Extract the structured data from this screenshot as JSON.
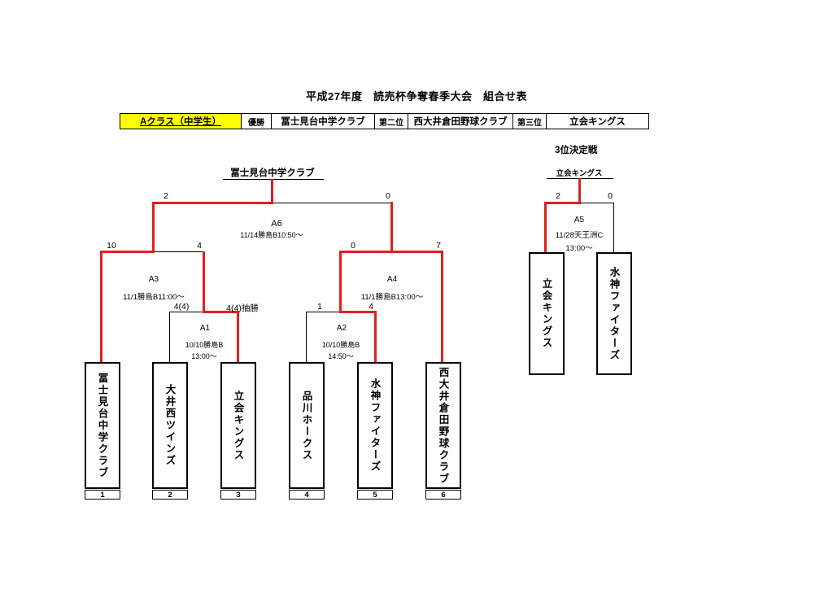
{
  "title": "平成27年度　読売杯争奪春季大会　組合せ表",
  "header": {
    "class_label": "Aクラス（中学生）",
    "winner_label": "優勝",
    "winner": "冨士見台中学クラブ",
    "second_label": "第二位",
    "second": "西大井倉田野球クラブ",
    "third_label": "第三位",
    "third": "立会キングス"
  },
  "third_place_title": "3位決定戦",
  "main_bracket": {
    "champion": "冨士見台中学クラブ",
    "final": {
      "id": "A6",
      "info": "11/14勝島B10:50～",
      "score_left": "2",
      "score_right": "0"
    },
    "semi_left": {
      "id": "A3",
      "info": "11/1勝島B11:00～",
      "score_left": "10",
      "score_right": "4"
    },
    "semi_right": {
      "id": "A4",
      "info": "11/1勝島B13:00～",
      "score_left": "0",
      "score_right": "7"
    },
    "qf_left": {
      "id": "A1",
      "date": "10/10勝島B",
      "time": "13:00～",
      "score_left": "4(4)",
      "score_right": "4(4)抽勝"
    },
    "qf_right": {
      "id": "A2",
      "date": "10/10勝島B",
      "time": "14:50～",
      "score_left": "1",
      "score_right": "4"
    },
    "teams": [
      {
        "name": "冨士見台中学クラブ",
        "number": "1"
      },
      {
        "name": "大井西ツインズ",
        "number": "2"
      },
      {
        "name": "立会キングス",
        "number": "3"
      },
      {
        "name": "品川ホークス",
        "number": "4"
      },
      {
        "name": "水神ファイターズ",
        "number": "5"
      },
      {
        "name": "西大井倉田野球クラブ",
        "number": "6"
      }
    ]
  },
  "third_bracket": {
    "winner": "立会キングス",
    "id": "A5",
    "date": "11/28天王洲C",
    "time": "13:00～",
    "score_left": "2",
    "score_right": "0",
    "teams": [
      {
        "name": "立会キングス"
      },
      {
        "name": "水神ファイターズ"
      }
    ]
  },
  "colors": {
    "winner_line": "#e02020",
    "class_highlight": "#ffff00"
  }
}
